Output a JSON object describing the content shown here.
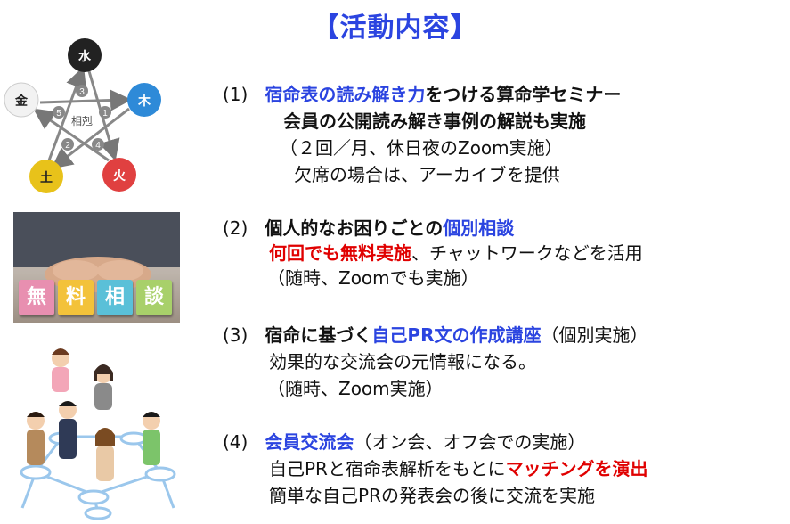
{
  "title": "【活動内容】",
  "wuxing": {
    "center_label": "相剋",
    "elements": {
      "water": "水",
      "wood": "木",
      "fire": "火",
      "earth": "土",
      "metal": "金"
    },
    "numbers": [
      "1",
      "2",
      "3",
      "4",
      "5"
    ],
    "colors": {
      "water": "#222222",
      "wood": "#2e8ad8",
      "fire": "#e04040",
      "earth": "#e8c21a",
      "metal": "#f2f2f2"
    }
  },
  "consult_blocks": [
    "無",
    "料",
    "相",
    "談"
  ],
  "items": [
    {
      "num": "(1)",
      "line1_blue": "宿命表の読み解き力",
      "line1_rest": "をつける算命学セミナー",
      "line2": "会員の公開読み解き事例の解説も実施",
      "line3": "（２回／月、休日夜のZoom実施）",
      "line4": "欠席の場合は、アーカイブを提供"
    },
    {
      "num": "(2)",
      "line1_black": "個人的なお困りごとの",
      "line1_blue": "個別相談",
      "line2_red": "何回でも無料実施",
      "line2_rest": "、チャットワークなどを活用",
      "line3": "（随時、Zoomでも実施）"
    },
    {
      "num": "(3)",
      "line1_black": "宿命に基づく",
      "line1_blue": "自己PR文の作成講座",
      "line1_rest": "（個別実施）",
      "line2": "効果的な交流会の元情報になる。",
      "line3": "（随時、Zoom実施）"
    },
    {
      "num": "(4)",
      "line1_blue": "会員交流会",
      "line1_rest": "（オン会、オフ会での実施）",
      "line2_start": "自己PRと宿命表解析をもとに",
      "line2_red": "マッチングを演出",
      "line3": "簡単な自己PRの発表会の後に交流を実施"
    }
  ]
}
